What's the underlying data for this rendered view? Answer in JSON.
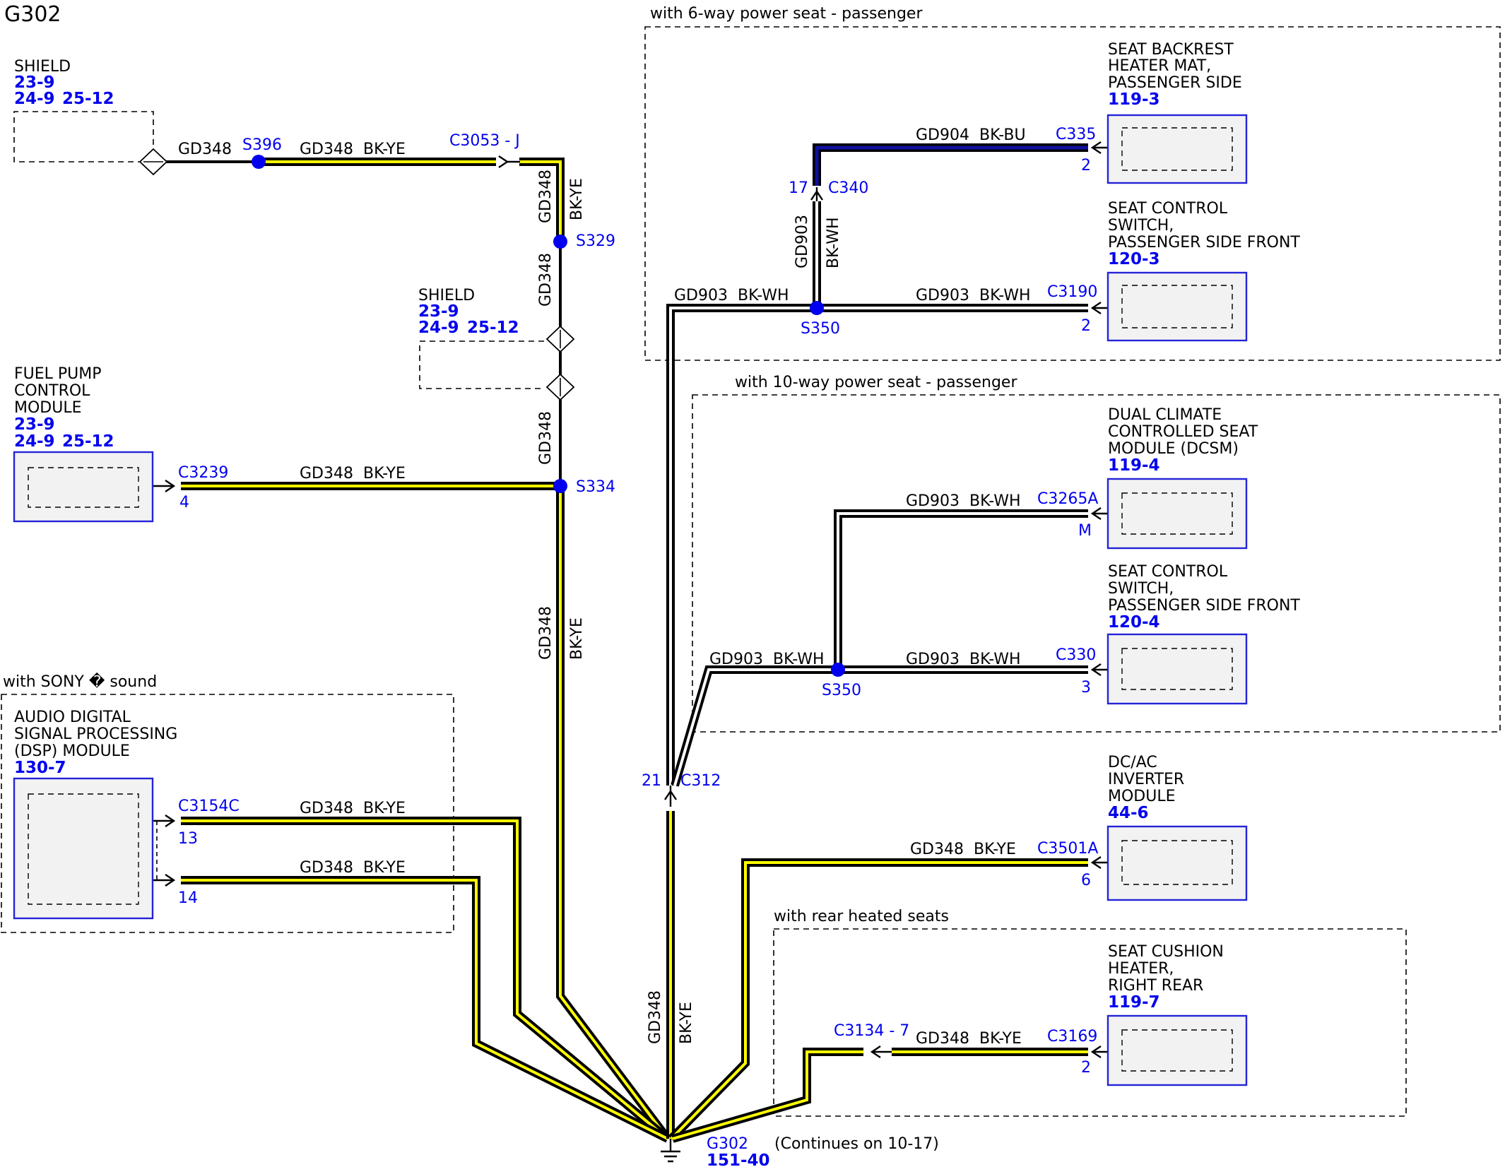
{
  "title": "G302",
  "groups": {
    "six_way": "with 6-way power seat - passenger",
    "ten_way": "with 10-way power seat - passenger",
    "sony": "with SONY � sound",
    "rear_heated": "with rear heated seats"
  },
  "shield1": {
    "name": "SHIELD",
    "ref1": "23-9",
    "ref2": "24-9",
    "ref3": "25-12"
  },
  "shield2": {
    "name": "SHIELD",
    "ref1": "23-9",
    "ref2": "24-9",
    "ref3": "25-12"
  },
  "fuel_pump": {
    "line1": "FUEL PUMP",
    "line2": "CONTROL",
    "line3": "MODULE",
    "ref1": "23-9",
    "ref2": "24-9",
    "ref3": "25-12"
  },
  "dsp": {
    "line1": "AUDIO DIGITAL",
    "line2": "SIGNAL PROCESSING",
    "line3": "(DSP) MODULE",
    "ref": "130-7"
  },
  "backrest": {
    "line1": "SEAT BACKREST",
    "line2": "HEATER MAT,",
    "line3": "PASSENGER SIDE",
    "ref": "119-3"
  },
  "seat_switch_6": {
    "line1": "SEAT CONTROL",
    "line2": "SWITCH,",
    "line3": "PASSENGER SIDE FRONT",
    "ref": "120-3"
  },
  "dcsm": {
    "line1": "DUAL CLIMATE",
    "line2": "CONTROLLED SEAT",
    "line3": "MODULE (DCSM)",
    "ref": "119-4"
  },
  "seat_switch_10": {
    "line1": "SEAT CONTROL",
    "line2": "SWITCH,",
    "line3": "PASSENGER SIDE FRONT",
    "ref": "120-4"
  },
  "inverter": {
    "line1": "DC/AC",
    "line2": "INVERTER",
    "line3": "MODULE",
    "ref": "44-6"
  },
  "cushion": {
    "line1": "SEAT CUSHION",
    "line2": "HEATER,",
    "line3": "RIGHT REAR",
    "ref": "119-7"
  },
  "splices": {
    "s396": "S396",
    "s329": "S329",
    "s334": "S334",
    "s350a": "S350",
    "s350b": "S350"
  },
  "connectors": {
    "c3053": "C3053 - J",
    "c3239": "C3239",
    "c3239_pin": "4",
    "c3154": "C3154C",
    "c3154_pin1": "13",
    "c3154_pin2": "14",
    "c335": "C335",
    "c335_pin": "2",
    "c340": "C340",
    "c340_pin": "17",
    "c3190": "C3190",
    "c3190_pin": "2",
    "c3265": "C3265A",
    "c3265_pin": "M",
    "c330": "C330",
    "c330_pin": "3",
    "c312": "C312",
    "c312_pin": "21",
    "c3501": "C3501A",
    "c3501_pin": "6",
    "c3134": "C3134 - 7",
    "c3169": "C3169",
    "c3169_pin": "2"
  },
  "wires": {
    "gd348": "GD348",
    "bkye": "BK-YE",
    "gd903": "GD903",
    "bkwh": "BK-WH",
    "gd904": "GD904",
    "bkbu": "BK-BU"
  },
  "ground": {
    "name": "G302",
    "ref": "151-40",
    "note": "(Continues on 10-17)"
  },
  "colors": {
    "bk_ye_tracer": "#ffff00",
    "bk_wh_tracer": "#ffffff",
    "bk_bu_tracer": "#1010a0",
    "label_blue": "#0000ee",
    "component_border": "#2424d8"
  }
}
